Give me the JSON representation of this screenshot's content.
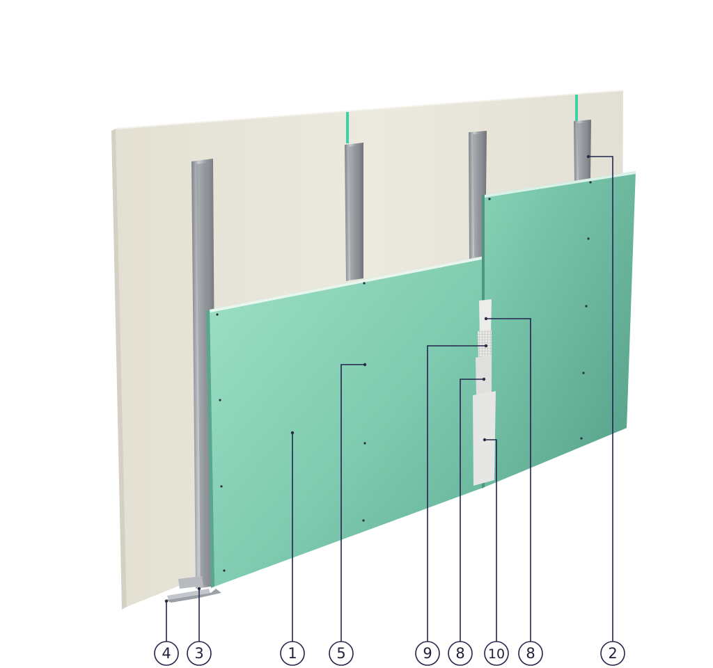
{
  "colors": {
    "background": "#ffffff",
    "base_board": "#e9e6dc",
    "moisture_board": "#86d1b6",
    "metal_profile": "#a9adb2",
    "tape": "#e4e4e2",
    "leader_line": "#23234a"
  },
  "callouts": [
    {
      "id": "c4",
      "label": "4"
    },
    {
      "id": "c3",
      "label": "3"
    },
    {
      "id": "c1",
      "label": "1"
    },
    {
      "id": "c5",
      "label": "5"
    },
    {
      "id": "c9",
      "label": "9"
    },
    {
      "id": "c8a",
      "label": "8"
    },
    {
      "id": "c10",
      "label": "10"
    },
    {
      "id": "c8b",
      "label": "8"
    },
    {
      "id": "c2",
      "label": "2"
    }
  ]
}
